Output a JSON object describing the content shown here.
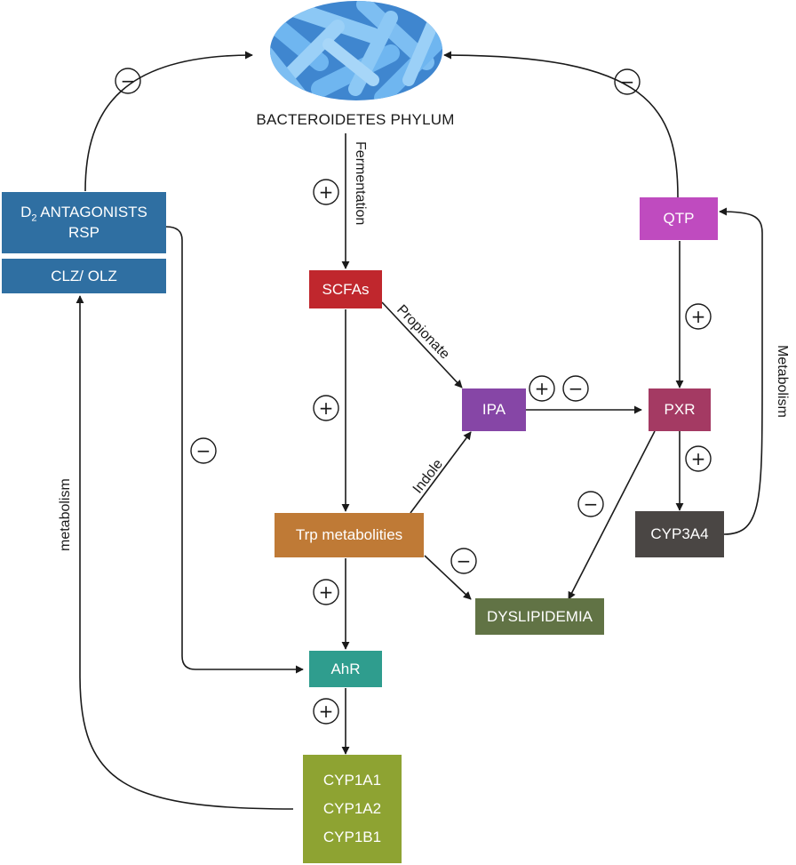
{
  "title": "BACTEROIDETES PHYLUM",
  "icon": "bacteria-cluster-icon",
  "colors": {
    "antagonists": "#2f6fa2",
    "scfas": "#c0272d",
    "qtp": "#bf4bbf",
    "ipa": "#8646a6",
    "pxr": "#a43a63",
    "trp": "#bf7a36",
    "cyp3a4": "#4a4644",
    "dyslipidemia": "#617345",
    "ahr": "#2f9d8e",
    "cyp1": "#8ea332",
    "bacteria": "#5aa7e6"
  },
  "nodes": {
    "antagonists_main": "D",
    "antagonists_sub": "2",
    "antagonists_tail": " ANTAGONISTS",
    "rsp": "RSP",
    "clz_olz": "CLZ/ OLZ",
    "scfas": "SCFAs",
    "qtp": "QTP",
    "ipa": "IPA",
    "pxr": "PXR",
    "trp": "Trp metabolities",
    "cyp3a4": "CYP3A4",
    "dyslipidemia": "DYSLIPIDEMIA",
    "ahr": "AhR",
    "cyp1a1": "CYP1A1",
    "cyp1a2": "CYP1A2",
    "cyp1b1": "CYP1B1"
  },
  "edge_labels": {
    "fermentation": "Fermentation",
    "propionate": "Propionate",
    "indole": "Indole",
    "metabolism_right": "Metabolism",
    "metabolism_left": "metabolism"
  },
  "signs": {
    "plus": "+",
    "minus": "−"
  }
}
